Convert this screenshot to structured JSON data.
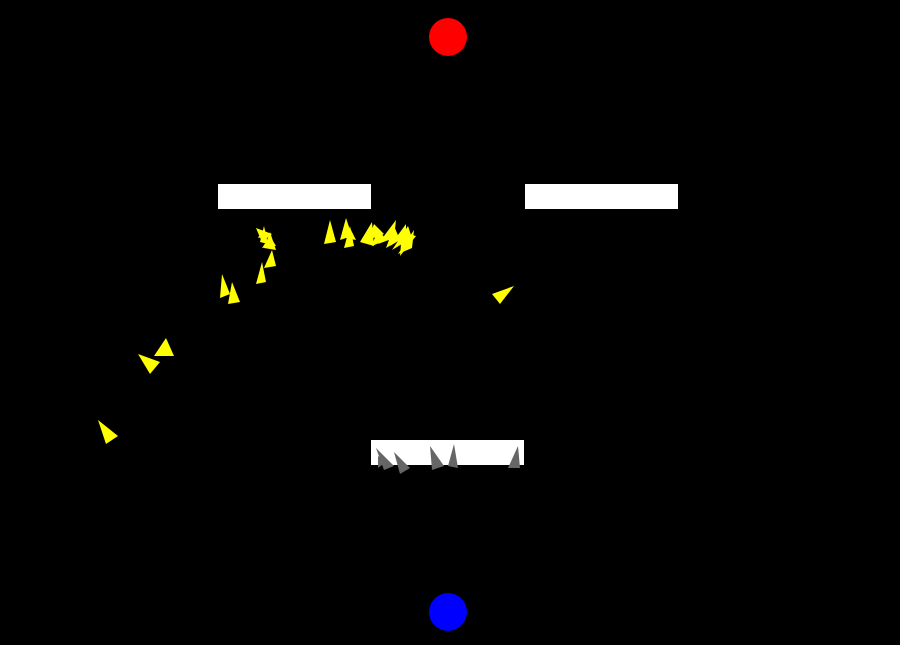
{
  "colors": {
    "background": "#000000",
    "wall": "#FFFFFF",
    "target_goal": "#FF0000",
    "start_spawn": "#0000FF",
    "agent_active": "#FFFF00",
    "agent_crashed": "#666666"
  },
  "objects": {
    "goal": {
      "shape": "circle"
    },
    "spawn": {
      "shape": "circle"
    },
    "walls": {
      "count": 3
    },
    "agents": {
      "active_count": 26,
      "crashed_count": 6
    }
  }
}
